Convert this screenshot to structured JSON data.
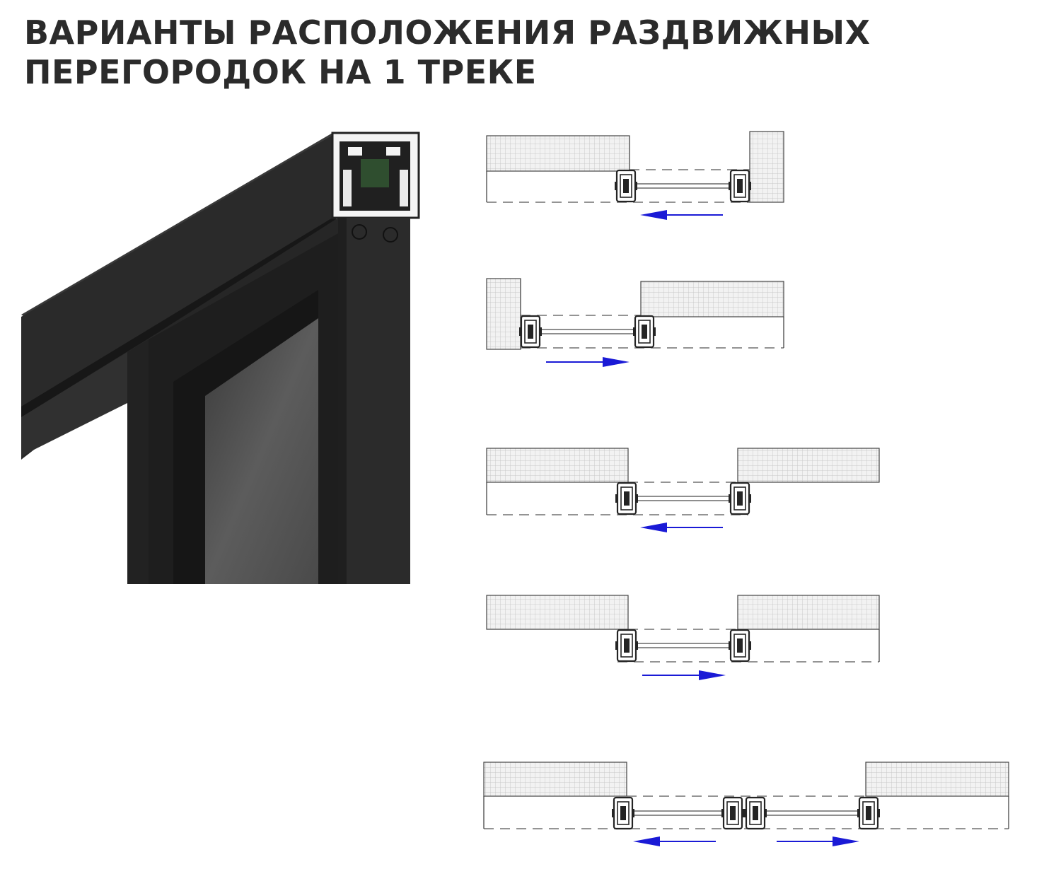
{
  "page": {
    "title_line1": "ВАРИАНТЫ РАСПОЛОЖЕНИЯ РАЗДВИЖНЫХ",
    "title_line2": "ПЕРЕГОРОДОК НА 1 ТРЕКЕ"
  },
  "colors": {
    "text": "#2b2b2b",
    "arrow": "#1a1ad6",
    "profile": "#242424",
    "glass": "#5a5a5a",
    "wall_fill": "#f2f2f2",
    "wall_grid": "#c9c9c9",
    "dash": "#555555"
  },
  "icons": [
    "profile-3d-render",
    "wall-block",
    "door-profile",
    "direction-arrow"
  ],
  "schemes": [
    {
      "id": "scheme-1",
      "walls": "left-long+right-short",
      "doors": 1,
      "arrows": [
        "left"
      ]
    },
    {
      "id": "scheme-2",
      "walls": "left-short+right-long",
      "doors": 1,
      "arrows": [
        "right"
      ]
    },
    {
      "id": "scheme-3",
      "walls": "left+right",
      "doors": 1,
      "arrows": [
        "left"
      ]
    },
    {
      "id": "scheme-4",
      "walls": "left+right",
      "doors": 1,
      "arrows": [
        "right"
      ]
    },
    {
      "id": "scheme-5",
      "walls": "left+right",
      "doors": 2,
      "arrows": [
        "left",
        "right"
      ]
    }
  ]
}
